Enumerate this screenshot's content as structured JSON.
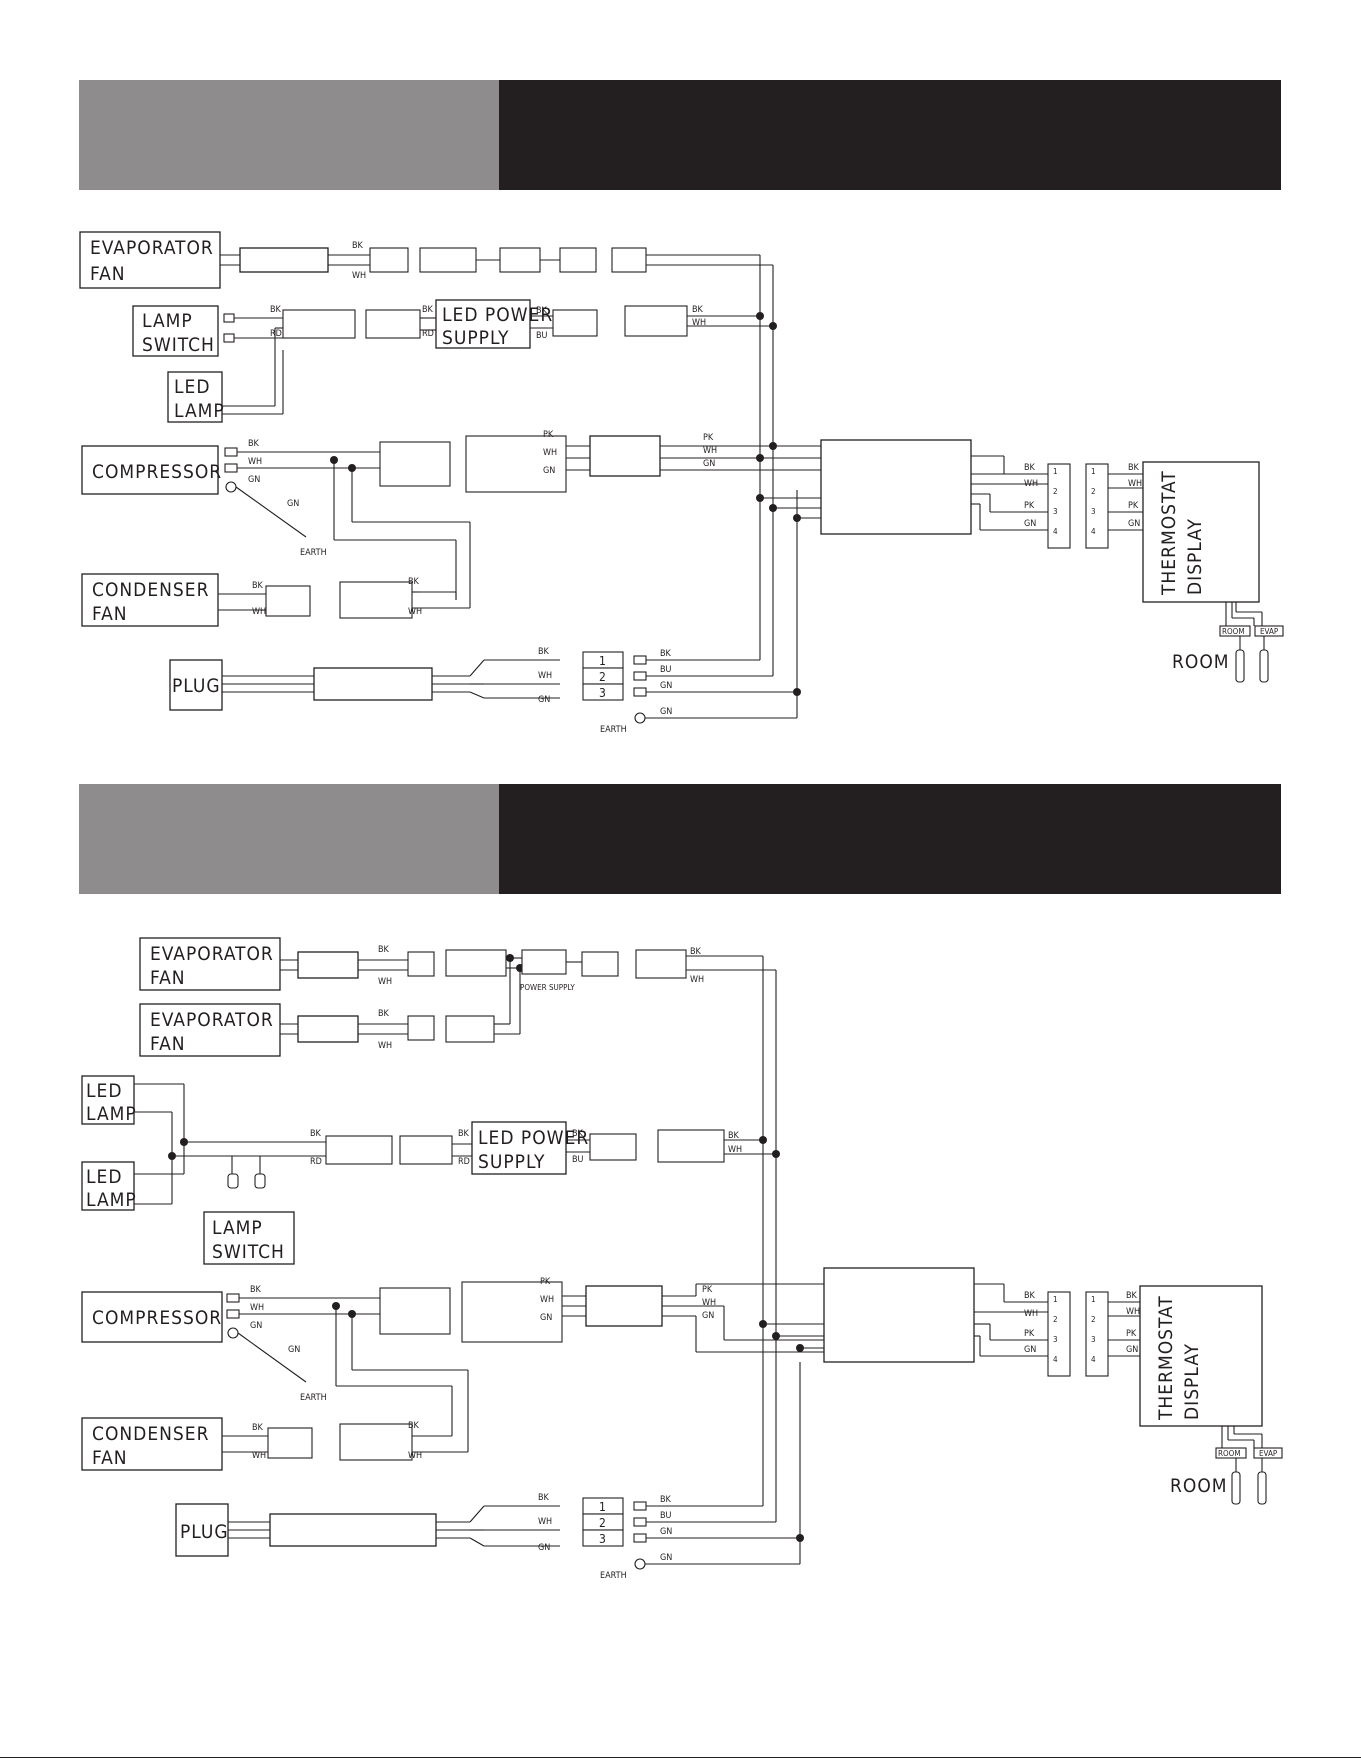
{
  "diagram1": {
    "components": {
      "evaporator_fan": [
        "EVAPORATOR",
        "FAN"
      ],
      "lamp_switch": [
        "LAMP",
        "SWITCH"
      ],
      "led_lamp": [
        "LED",
        "LAMP"
      ],
      "led_power_supply": [
        "LED POWER",
        "SUPPLY"
      ],
      "compressor": "COMPRESSOR",
      "condenser_fan": [
        "CONDENSER",
        "FAN"
      ],
      "plug": "PLUG",
      "thermostat_display": [
        "THERMOSTAT",
        "DISPLAY"
      ],
      "room": "ROOM",
      "room_tag": "ROOM",
      "evap_tag": "EVAP",
      "earth": "EARTH"
    },
    "terminal_numbers": [
      "1",
      "2",
      "3"
    ],
    "pin_numbers": [
      "1",
      "2",
      "3",
      "4"
    ],
    "thermostat_wires": [
      "BK",
      "WH",
      "PK",
      "GN"
    ],
    "compressor_side_wires": [
      "PK",
      "WH",
      "GN"
    ],
    "plug_wires": [
      "BK",
      "WH",
      "GN"
    ],
    "supply_wires": [
      "BK",
      "BU",
      "GN",
      "GN"
    ],
    "wire_codes": {
      "bk": "BK",
      "wh": "WH",
      "rd": "RD",
      "bu": "BU",
      "gn": "GN",
      "pk": "PK"
    }
  },
  "diagram2": {
    "components": {
      "evaporator_fan_1": [
        "EVAPORATOR",
        "FAN"
      ],
      "evaporator_fan_2": [
        "EVAPORATOR",
        "FAN"
      ],
      "power_supply": "POWER SUPPLY",
      "led_lamp_1": [
        "LED",
        "LAMP"
      ],
      "led_lamp_2": [
        "LED",
        "LAMP"
      ],
      "lamp_switch": [
        "LAMP",
        "SWITCH"
      ],
      "led_power_supply": [
        "LED POWER",
        "SUPPLY"
      ],
      "compressor": "COMPRESSOR",
      "condenser_fan": [
        "CONDENSER",
        "FAN"
      ],
      "plug": "PLUG",
      "thermostat_display": [
        "THERMOSTAT",
        "DISPLAY"
      ],
      "room": "ROOM",
      "room_tag": "ROOM",
      "evap_tag": "EVAP",
      "earth": "EARTH"
    },
    "terminal_numbers": [
      "1",
      "2",
      "3"
    ],
    "pin_numbers": [
      "1",
      "2",
      "3",
      "4"
    ],
    "thermostat_wires": [
      "BK",
      "WH",
      "PK",
      "GN"
    ],
    "compressor_side_wires": [
      "PK",
      "WH",
      "GN"
    ],
    "plug_wires": [
      "BK",
      "WH",
      "GN"
    ],
    "supply_wires": [
      "BK",
      "BU",
      "GN",
      "GN"
    ],
    "wire_codes": {
      "bk": "BK",
      "wh": "WH",
      "rd": "RD",
      "bu": "BU",
      "gn": "GN",
      "pk": "PK"
    }
  },
  "colors": {
    "band_grey": "#8e8c8d",
    "band_dark": "#231f20",
    "ink": "#231f20"
  }
}
